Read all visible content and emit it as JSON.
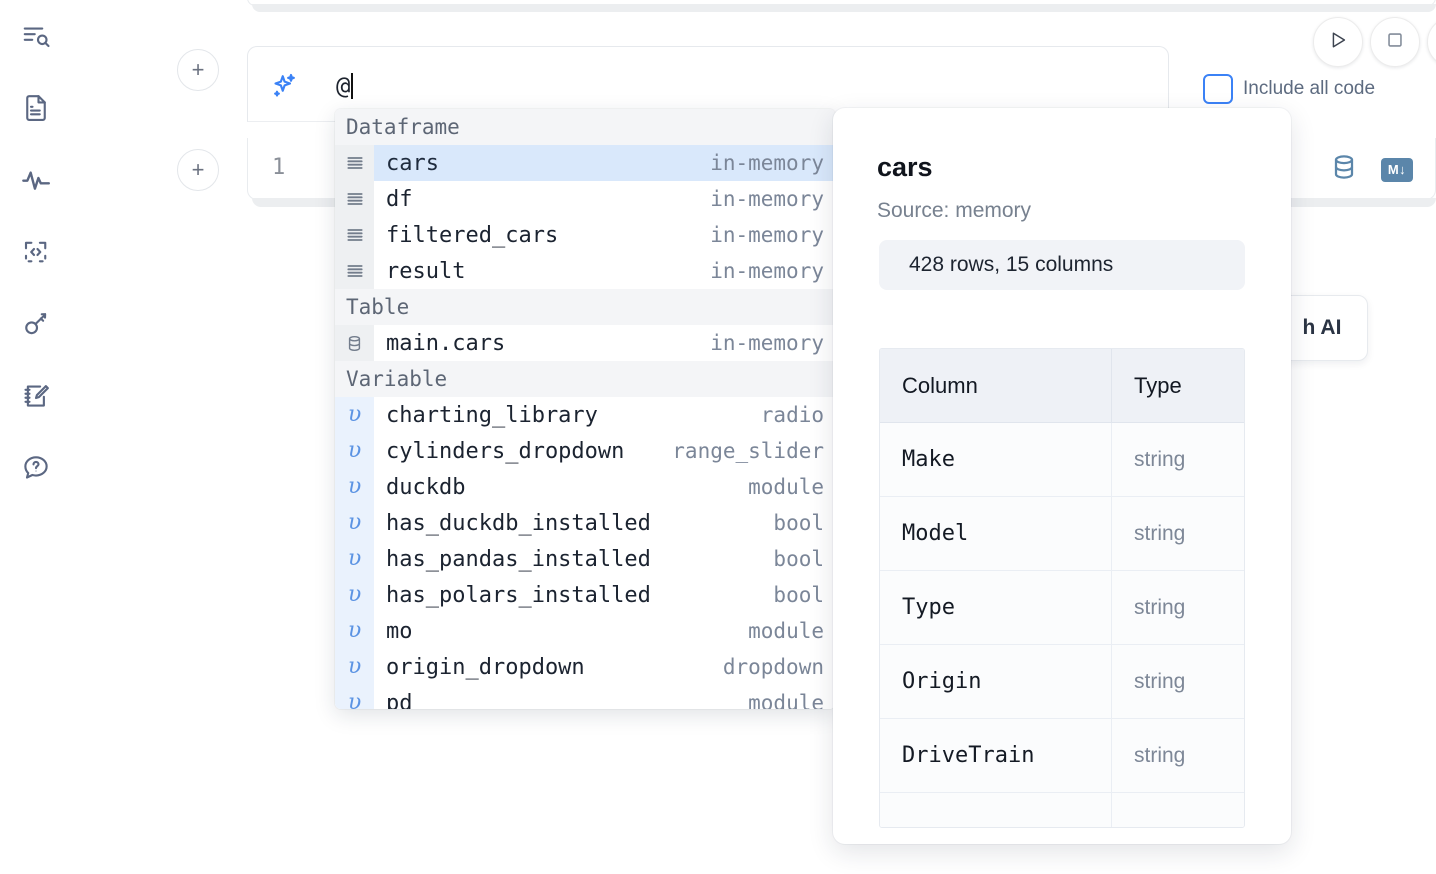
{
  "sidebar": {
    "items": [
      {
        "name": "outline-search-icon",
        "label": "Outline"
      },
      {
        "name": "file-explorer-icon",
        "label": "File explorer"
      },
      {
        "name": "activity-icon",
        "label": "Activity"
      },
      {
        "name": "snippets-icon",
        "label": "Snippets"
      },
      {
        "name": "secrets-key-icon",
        "label": "Secrets"
      },
      {
        "name": "scratchpad-icon",
        "label": "Scratchpad"
      },
      {
        "name": "help-chat-icon",
        "label": "Help"
      }
    ]
  },
  "cells": {
    "add_button_label": "+",
    "code_cell": {
      "line_number": "1"
    },
    "cell_icons": {
      "database_label": "database-icon",
      "markdown_label": "M↓"
    }
  },
  "ai_prompt": {
    "icon": "sparkle-icon",
    "value": "@",
    "placeholder": "",
    "include_all_code_label": "Include all code",
    "include_all_code_checked": false,
    "accent_color": "#3b82f6"
  },
  "toolbar": {
    "run_label": "Run",
    "stop_label": "Stop",
    "extra_label": ""
  },
  "floating_button": {
    "label": "h AI"
  },
  "autocomplete": {
    "groups": [
      {
        "title": "Dataframe",
        "icon": "dataframe-icon",
        "kind": "dataframe",
        "items": [
          {
            "name": "cars",
            "type": "in-memory",
            "selected": true
          },
          {
            "name": "df",
            "type": "in-memory",
            "selected": false
          },
          {
            "name": "filtered_cars",
            "type": "in-memory",
            "selected": false
          },
          {
            "name": "result",
            "type": "in-memory",
            "selected": false
          }
        ]
      },
      {
        "title": "Table",
        "icon": "table-database-icon",
        "kind": "table",
        "items": [
          {
            "name": "main.cars",
            "type": "in-memory",
            "selected": false
          }
        ]
      },
      {
        "title": "Variable",
        "icon": "variable-icon",
        "kind": "variable",
        "items": [
          {
            "name": "charting_library",
            "type": "radio",
            "selected": false
          },
          {
            "name": "cylinders_dropdown",
            "type": "range_slider",
            "selected": false
          },
          {
            "name": "duckdb",
            "type": "module",
            "selected": false
          },
          {
            "name": "has_duckdb_installed",
            "type": "bool",
            "selected": false
          },
          {
            "name": "has_pandas_installed",
            "type": "bool",
            "selected": false
          },
          {
            "name": "has_polars_installed",
            "type": "bool",
            "selected": false
          },
          {
            "name": "mo",
            "type": "module",
            "selected": false
          },
          {
            "name": "origin_dropdown",
            "type": "dropdown",
            "selected": false
          },
          {
            "name": "pd",
            "type": "module",
            "selected": false
          }
        ]
      }
    ]
  },
  "detail_panel": {
    "title": "cars",
    "source": "Source: memory",
    "shape": "428 rows, 15 columns",
    "columns_header": "Column",
    "type_header": "Type",
    "rows": [
      {
        "column": "Make",
        "type": "string"
      },
      {
        "column": "Model",
        "type": "string"
      },
      {
        "column": "Type",
        "type": "string"
      },
      {
        "column": "Origin",
        "type": "string"
      },
      {
        "column": "DriveTrain",
        "type": "string"
      },
      {
        "column": "",
        "type": ""
      }
    ]
  },
  "colors": {
    "accent": "#3b82f6",
    "selected_row": "#d9e8fb",
    "group_header_bg": "#f4f5f7",
    "gutter_bg": "#eef0f2",
    "variable_gutter_bg": "#eaf2fd",
    "md_badge_bg": "#5b86aa",
    "text_muted": "#7b8698"
  }
}
